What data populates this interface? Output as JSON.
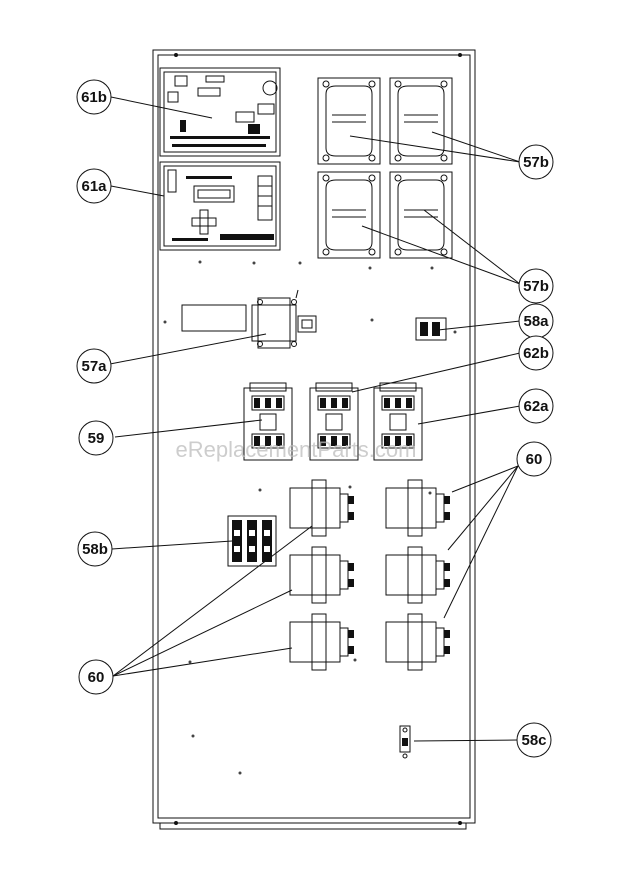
{
  "callouts": {
    "c61b": "61b",
    "c61a": "61a",
    "c57b_top": "57b",
    "c57b_bottom": "57b",
    "c57a": "57a",
    "c58a": "58a",
    "c62b": "62b",
    "c62a": "62a",
    "c59": "59",
    "c60_right": "60",
    "c58b": "58b",
    "c60_left": "60",
    "c58c": "58c"
  },
  "watermark": "eReplacementParts.com"
}
